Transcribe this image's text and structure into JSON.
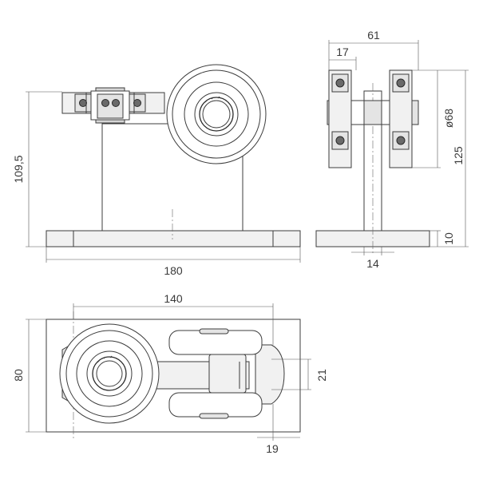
{
  "dimensions": {
    "height_side": "109,5",
    "width_base": "180",
    "width_top": "61",
    "bearing_width": "17",
    "wheel_diameter": "ø68",
    "height_total": "125",
    "base_thickness": "10",
    "post_thickness": "14",
    "length_plan": "140",
    "width_plan": "80",
    "slot_width": "21",
    "slot_offset": "19"
  }
}
